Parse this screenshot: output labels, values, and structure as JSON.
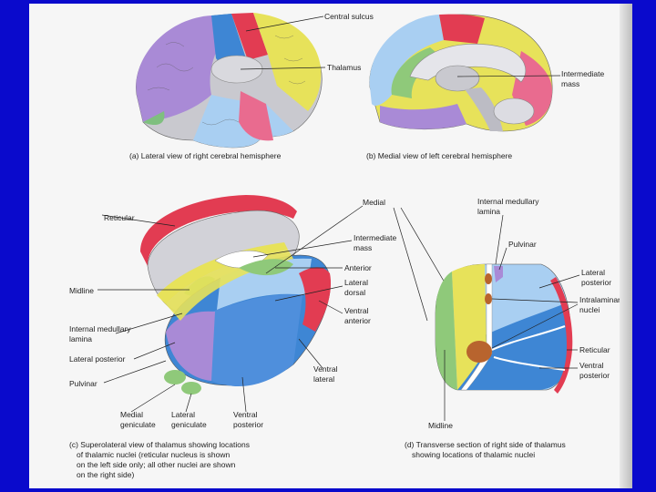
{
  "panel_a": {
    "caption": "(a) Lateral view of right cerebral hemisphere",
    "labels": {
      "central_sulcus": "Central sulcus",
      "thalamus": "Thalamus"
    }
  },
  "panel_b": {
    "caption": "(b) Medial view of left cerebral hemisphere",
    "labels": {
      "intermediate_mass": [
        "Intermediate",
        "mass"
      ]
    }
  },
  "panel_c": {
    "caption": [
      "(c) Superolateral view of thalamus showing locations",
      "of thalamic nuclei (reticular nucleus is shown",
      "on the left side only; all other nuclei are shown",
      "on the right side)"
    ],
    "labels": {
      "reticular": "Reticular",
      "midline": "Midline",
      "internal_medullary_lamina": [
        "Internal medullary",
        "lamina"
      ],
      "lateral_posterior": "Lateral posterior",
      "pulvinar": "Pulvinar",
      "medial_geniculate": [
        "Medial",
        "geniculate"
      ],
      "lateral_geniculate": [
        "Lateral",
        "geniculate"
      ],
      "ventral_posterior": [
        "Ventral",
        "posterior"
      ],
      "ventral_lateral": [
        "Ventral",
        "lateral"
      ],
      "ventral_anterior": [
        "Ventral",
        "anterior"
      ],
      "lateral_dorsal": [
        "Lateral",
        "dorsal"
      ],
      "anterior": "Anterior",
      "intermediate_mass": [
        "Intermediate",
        "mass"
      ],
      "medial": "Medial"
    }
  },
  "panel_d": {
    "caption": [
      "(d) Transverse section of right side of thalamus",
      "showing locations of thalamic nuclei"
    ],
    "labels": {
      "internal_medullary_lamina": [
        "Internal medullary",
        "lamina"
      ],
      "pulvinar": "Pulvinar",
      "lateral_posterior": [
        "Lateral",
        "posterior"
      ],
      "intralaminar_nuclei": [
        "Intralaminar",
        "nuclei"
      ],
      "reticular": "Reticular",
      "ventral_posterior": [
        "Ventral",
        "posterior"
      ],
      "midline": "Midline"
    }
  },
  "colors": {
    "background": "#0a0acc",
    "reticular": "#e23c52",
    "yellow": "#e7e25a",
    "blue": "#3e86d4",
    "light_blue": "#a9cff2",
    "purple": "#a98ad6",
    "gray": "#c9c9cf",
    "green": "#8fc97a",
    "brown": "#b8642e"
  }
}
